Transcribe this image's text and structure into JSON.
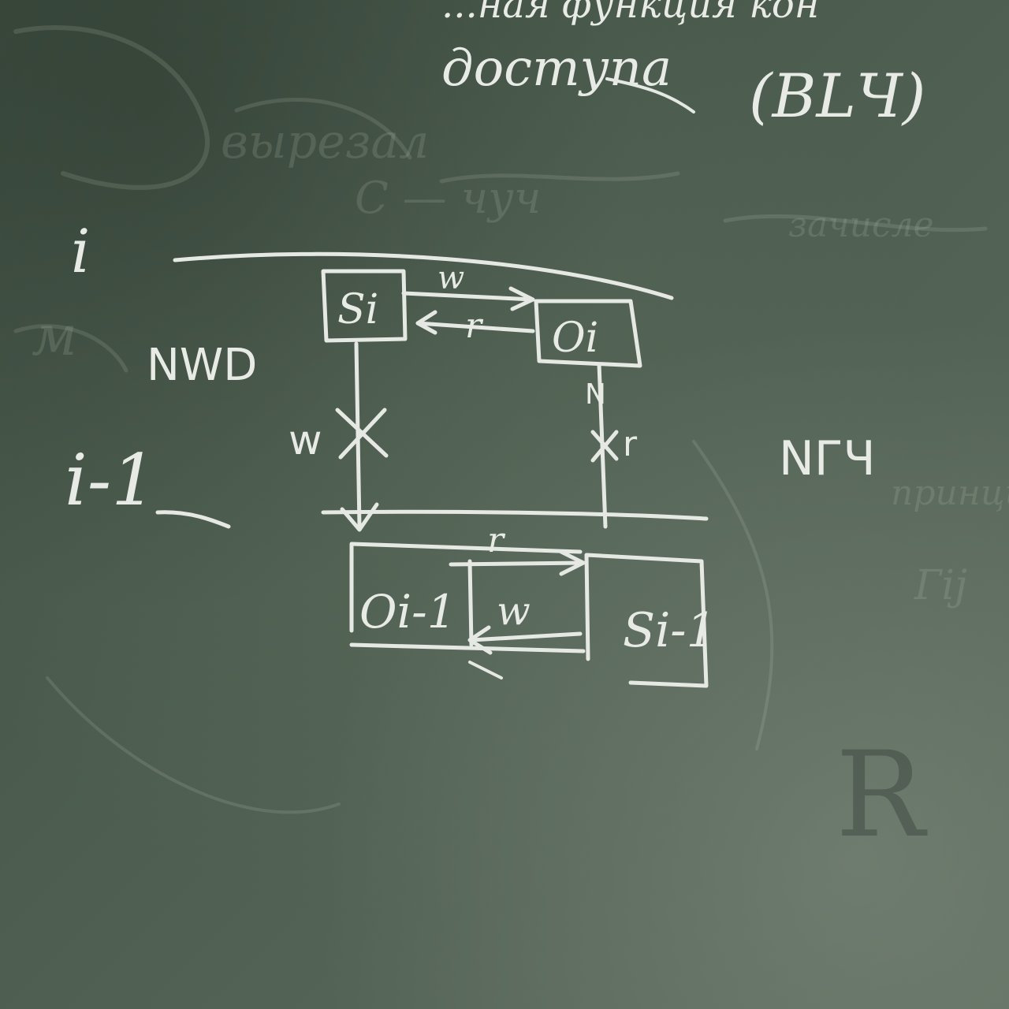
{
  "board": {
    "heading_line1": "...ная функция кон",
    "heading_line2": "доступа",
    "heading_abbrev": "(BLЧ)",
    "level_upper": "i",
    "level_lower": "i-1",
    "rule_left": "NWD",
    "rule_right": "NГЧ",
    "upper_subject": "Si",
    "upper_object": "Oi",
    "upper_arrow_write": "w",
    "upper_arrow_read": "r",
    "left_vertical_label": "w",
    "right_vertical_label": "r",
    "right_vertical_top_mark": "N",
    "lower_object": "Oi-1",
    "lower_subject": "Si-1",
    "lower_arrow_read": "r",
    "lower_arrow_write": "w",
    "faint_letter": "R"
  },
  "colors": {
    "board": "#4a5a4c",
    "chalk": "#e6e9e3"
  }
}
